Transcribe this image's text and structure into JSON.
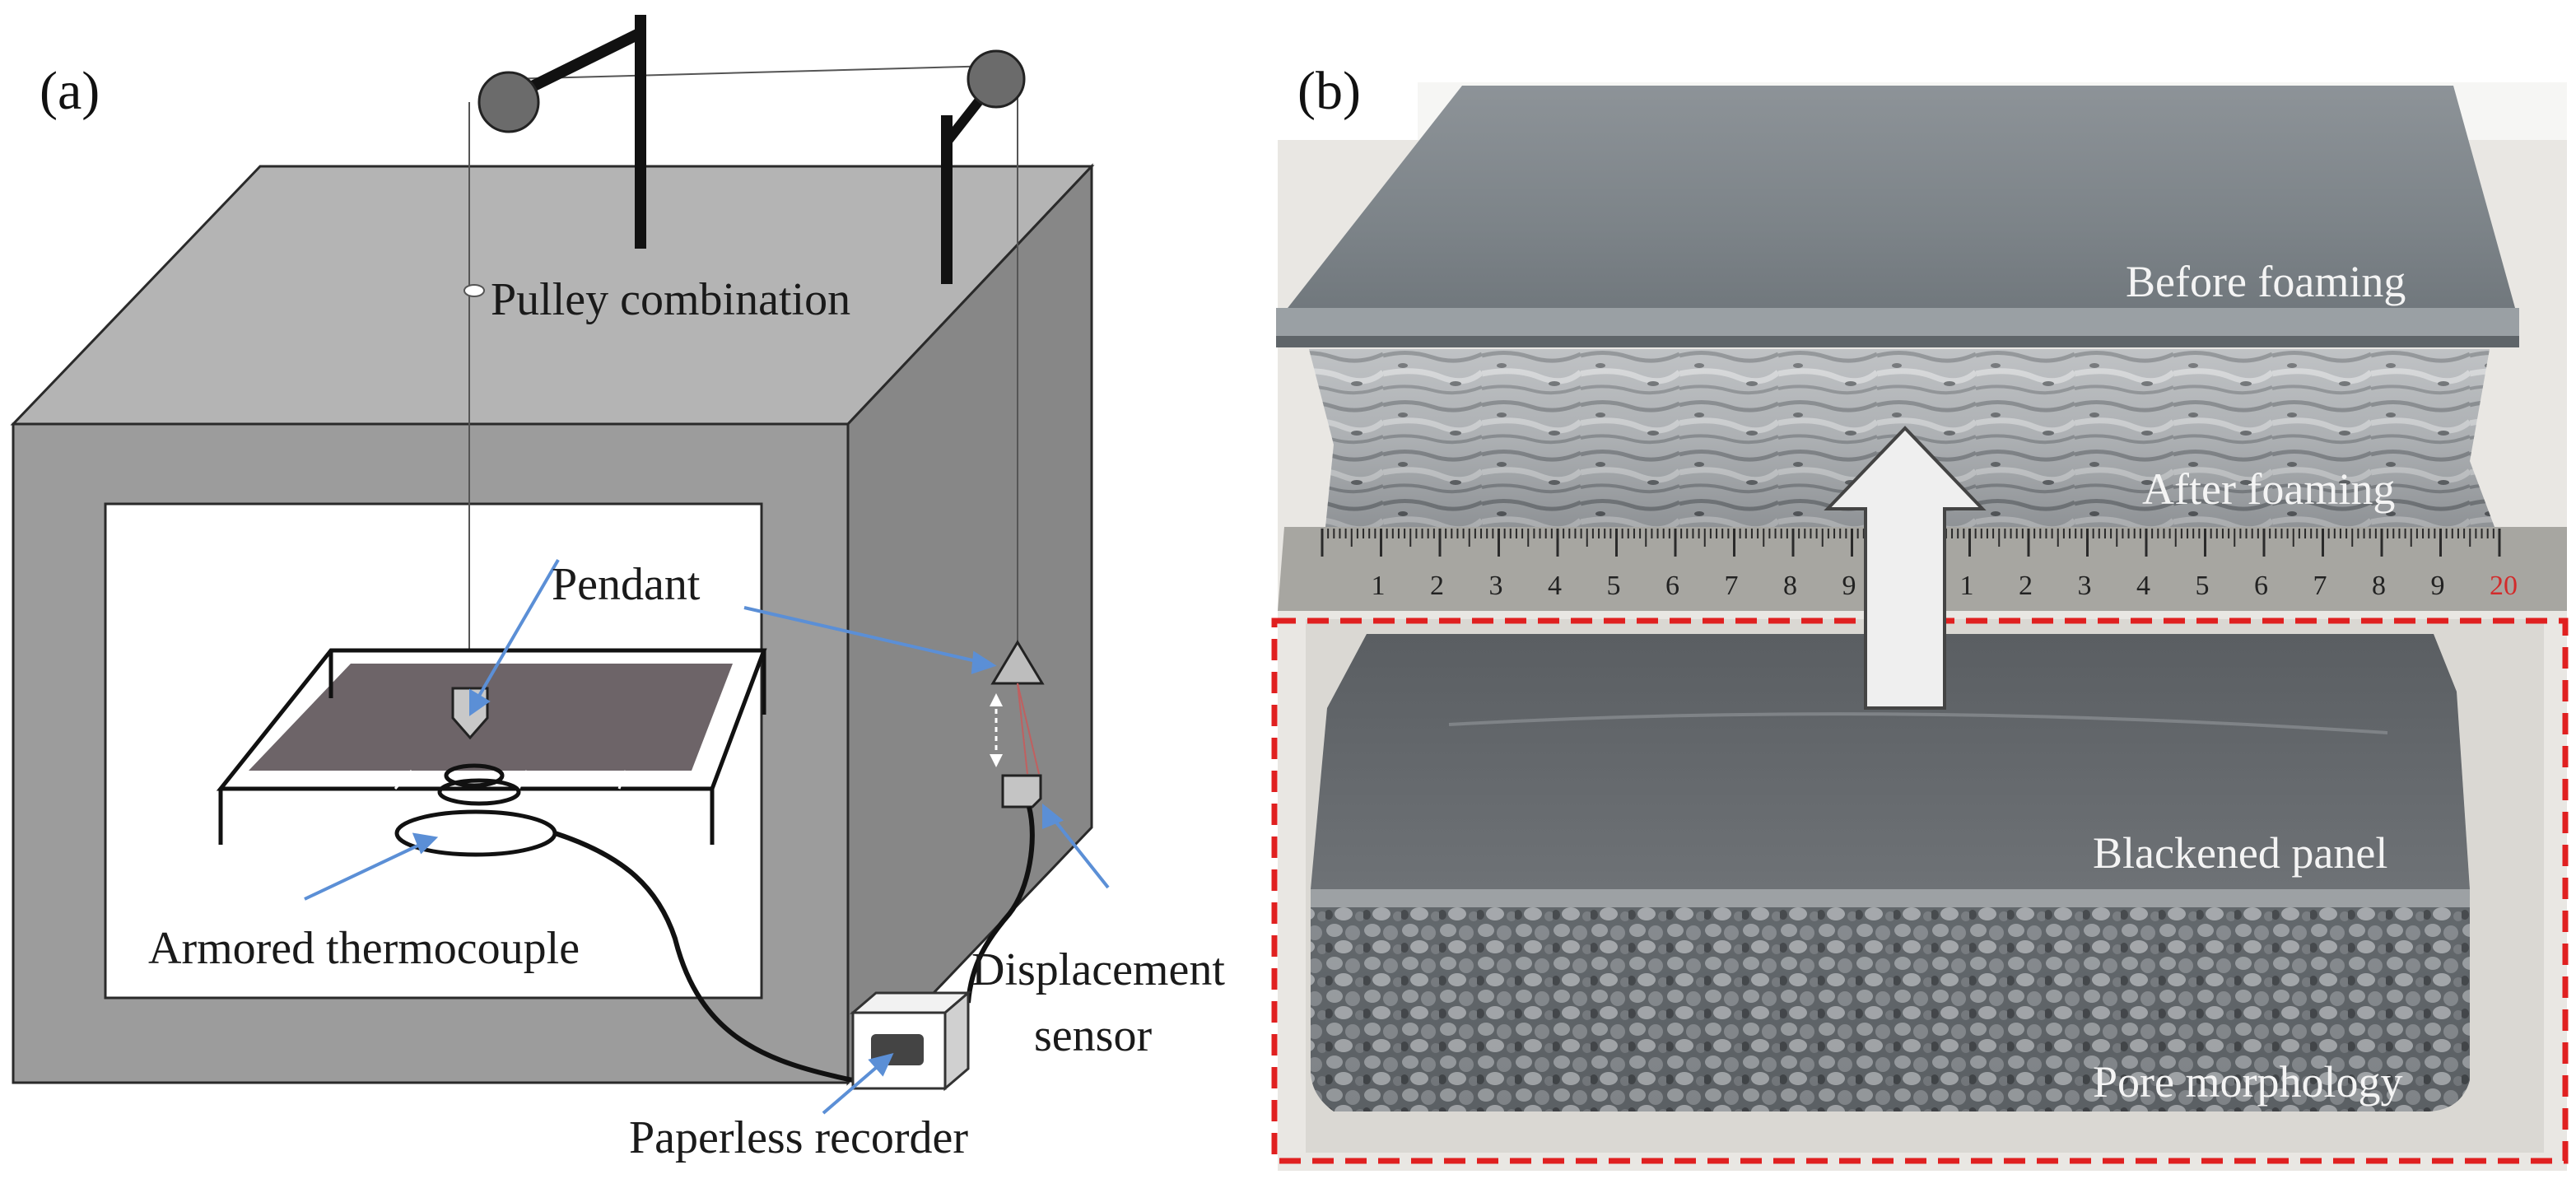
{
  "panel_a": {
    "panel_label": "(a)",
    "labels": {
      "pulley": "Pulley combination",
      "pendant": "Pendant",
      "thermocouple": "Armored thermocouple",
      "displacement_line1": "Displacement",
      "displacement_line2": "sensor",
      "recorder": "Paperless recorder"
    }
  },
  "panel_b": {
    "panel_label": "(b)",
    "labels": {
      "before": "Before foaming",
      "after": "After foaming",
      "blackened": "Blackened panel",
      "pore": "Pore morphology"
    },
    "ruler_ticks": [
      "1",
      "2",
      "3",
      "4",
      "5",
      "6",
      "7",
      "8",
      "9",
      "",
      "1",
      "2",
      "3",
      "4",
      "5",
      "6",
      "7",
      "8",
      "9",
      "20"
    ]
  },
  "colors": {
    "furnace_front": "#9a9a9a",
    "furnace_top": "#b2b2b2",
    "furnace_side": "#858585",
    "arrow_blue": "#5b8fd6",
    "dashed_red": "#e02020"
  }
}
